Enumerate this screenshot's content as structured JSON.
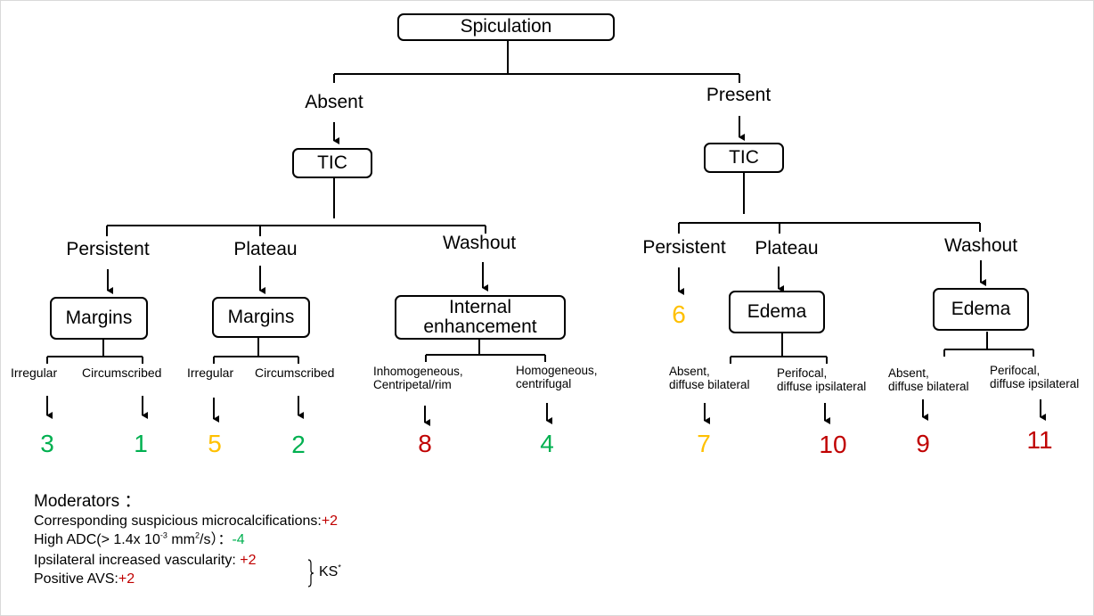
{
  "colors": {
    "red": "#c00000",
    "green": "#00b050",
    "yellow": "#ffc000",
    "border": "#d9d9d9"
  },
  "root": "Spiculation",
  "branches": {
    "absent": {
      "label": "Absent",
      "node": "TIC",
      "persistent": {
        "label": "Persistent",
        "node": "Margins",
        "options": [
          {
            "label": "Irregular",
            "score": "3"
          },
          {
            "label": "Circumscribed",
            "score": "1"
          }
        ]
      },
      "plateau": {
        "label": "Plateau",
        "node": "Margins",
        "options": [
          {
            "label": "Irregular",
            "score": "5"
          },
          {
            "label": "Circumscribed",
            "score": "2"
          }
        ]
      },
      "washout": {
        "label": "Washout",
        "node_line1": "Internal",
        "node_line2": "enhancement",
        "options": [
          {
            "line1": "Inhomogeneous,",
            "line2": "Centripetal/rim",
            "score": "8"
          },
          {
            "line1": "Homogeneous,",
            "line2": "centrifugal",
            "score": "4"
          }
        ]
      }
    },
    "present": {
      "label": "Present",
      "node": "TIC",
      "persistent": {
        "label": "Persistent",
        "score": "6"
      },
      "plateau": {
        "label": "Plateau",
        "node": "Edema",
        "options": [
          {
            "line1": "Absent,",
            "line2": "diffuse bilateral",
            "score": "7"
          },
          {
            "line1": "Perifocal,",
            "line2": "diffuse ipsilateral",
            "score": "10"
          }
        ]
      },
      "washout": {
        "label": "Washout",
        "node": "Edema",
        "options": [
          {
            "line1": "Absent,",
            "line2": "diffuse bilateral",
            "score": "9"
          },
          {
            "line1": "Perifocal,",
            "line2": "diffuse ipsilateral",
            "score": "11"
          }
        ]
      }
    }
  },
  "moderators": {
    "title": "Moderators ：",
    "items": [
      {
        "text": "Corresponding suspicious microcalcifications:",
        "value": "+2"
      },
      {
        "text_pre": "High ADC(> 1.4x 10",
        "exp1": "-3",
        "text_mid": " mm",
        "exp2": "2",
        "text_post": "/s）：",
        "value": "-4"
      },
      {
        "text": "Ipsilateral increased vascularity: ",
        "value": "+2"
      },
      {
        "text": "Positive AVS:",
        "value": "+2"
      }
    ],
    "bracket_label": "KS",
    "bracket_mark": "*"
  }
}
